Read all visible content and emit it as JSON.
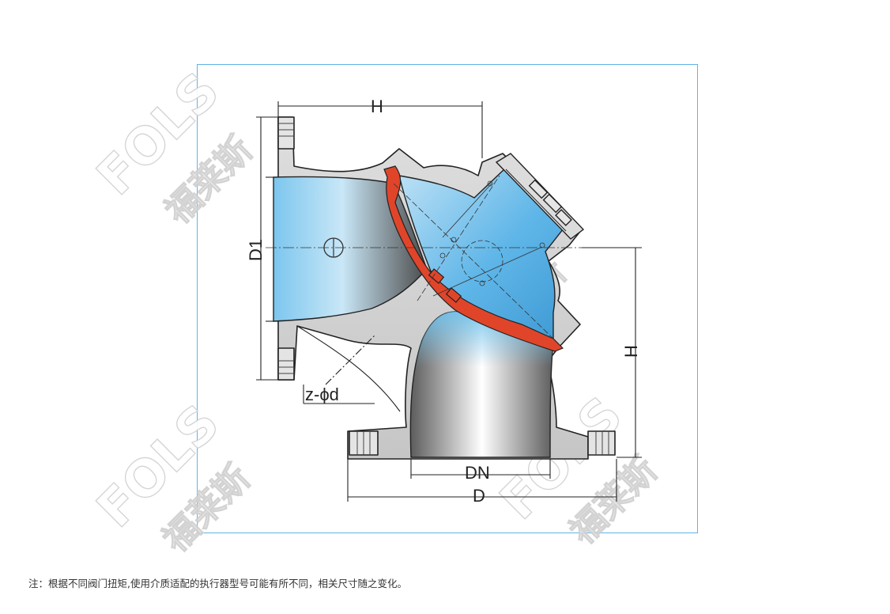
{
  "dimensions": {
    "h_top": "H",
    "h_right": "H",
    "d1": "D1",
    "z_phi_d": "z-ϕd",
    "dn": "DN",
    "d": "D"
  },
  "watermark": {
    "latin": "FOLS",
    "chinese": "福莱斯"
  },
  "note": "注：根据不同阀门扭矩,使用介质适配的执行器型号可能有所不同，相关尺寸随之变化。",
  "colors": {
    "frame": "#5fb4e6",
    "disc": "#e0452a",
    "body": "#d4d4d4",
    "bore_blue": "#6fc1ec"
  }
}
